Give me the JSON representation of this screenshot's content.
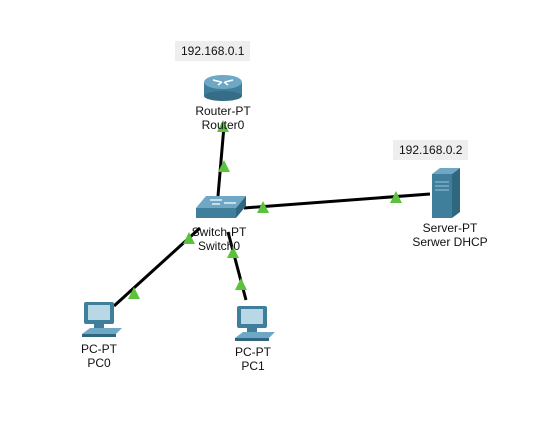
{
  "devices": [
    {
      "id": "router",
      "type": "Router-PT",
      "name": "Router0",
      "icon": "router-icon"
    },
    {
      "id": "switch",
      "type": "Switch-PT",
      "name": "Switch0",
      "icon": "switch-icon"
    },
    {
      "id": "server",
      "type": "Server-PT",
      "name": "Serwer DHCP",
      "icon": "server-icon"
    },
    {
      "id": "pc0",
      "type": "PC-PT",
      "name": "PC0",
      "icon": "pc-icon"
    },
    {
      "id": "pc1",
      "type": "PC-PT",
      "name": "PC1",
      "icon": "pc-icon"
    }
  ],
  "notes": {
    "router_ip": "192.168.0.1",
    "server_ip": "192.168.0.2"
  },
  "links": [
    {
      "from": "switch",
      "to": "router",
      "status": "up"
    },
    {
      "from": "switch",
      "to": "server",
      "status": "up"
    },
    {
      "from": "switch",
      "to": "pc0",
      "status": "up"
    },
    {
      "from": "switch",
      "to": "pc1",
      "status": "up"
    }
  ],
  "colors": {
    "link": "#000000",
    "link_up": "#5cc23d",
    "device": "#3f7f9c"
  }
}
